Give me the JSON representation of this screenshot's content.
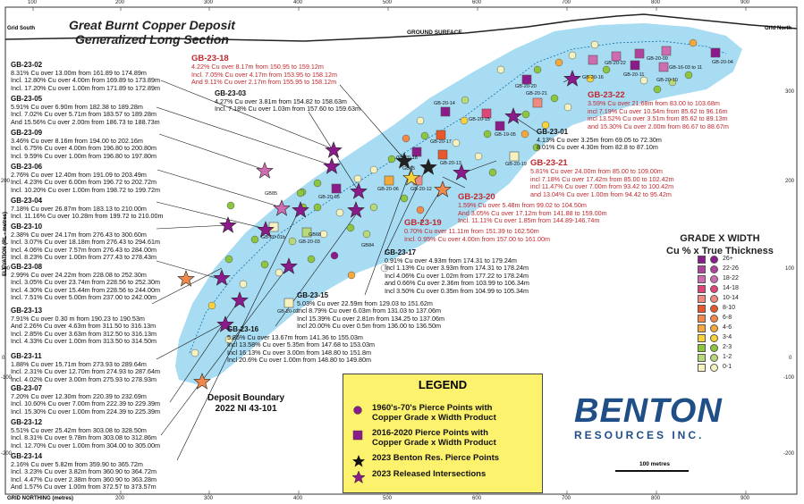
{
  "title": {
    "line1": "Great Burnt Copper Deposit",
    "line2": "Generalized Long Section"
  },
  "grid_south": "Grid South",
  "grid_north": "Grid North",
  "ground_surface": "GROUND SURFACE",
  "grid_northing": "GRID NORTHING (metres)",
  "elevation_label": "ELEVATION (RL - metres)",
  "top_ticks": [
    "100",
    "200",
    "300",
    "400",
    "500",
    "600",
    "700",
    "800",
    "900"
  ],
  "bottom_ticks": [
    "200",
    "300",
    "400",
    "500",
    "600",
    "700",
    "800",
    "900"
  ],
  "right_ticks": [
    "300",
    "200",
    "100",
    "0",
    "-100",
    "-200"
  ],
  "left_ticks": [
    "200",
    "100",
    "0",
    "-100",
    "-200"
  ],
  "deposit_boundary": {
    "line1": "Deposit Boundary",
    "line2": "2022 NI 43-101"
  },
  "legend": {
    "title": "LEGEND",
    "items": [
      {
        "symbol": "circle",
        "text1": "1960's-70's Pierce Points with",
        "text2": "Copper Grade x Width Product"
      },
      {
        "symbol": "square",
        "text1": "2016-2020 Pierce Points with",
        "text2": "Copper Grade x Width Product"
      },
      {
        "symbol": "star-black",
        "text1": "2023 Benton Res. Pierce Points",
        "text2": ""
      },
      {
        "symbol": "star-purple",
        "text1": "2023 Released Intersections",
        "text2": ""
      }
    ]
  },
  "grade_scale": {
    "title1": "GRADE X WIDTH",
    "title2": "Cu % x True Thickness",
    "items": [
      {
        "label": "26+",
        "color": "#8b1a8b"
      },
      {
        "label": "22-26",
        "color": "#b0429c"
      },
      {
        "label": "18-22",
        "color": "#cf6bb0"
      },
      {
        "label": "14-18",
        "color": "#e0457a"
      },
      {
        "label": "10-14",
        "color": "#f08a80"
      },
      {
        "label": "8-10",
        "color": "#e8582a"
      },
      {
        "label": "6-8",
        "color": "#f2894a"
      },
      {
        "label": "4-6",
        "color": "#f5a93a"
      },
      {
        "label": "3-4",
        "color": "#f7d23a"
      },
      {
        "label": "2-3",
        "color": "#8cc63e"
      },
      {
        "label": "1-2",
        "color": "#b8d97a"
      },
      {
        "label": "0-1",
        "color": "#f5f2c0"
      }
    ]
  },
  "logo": {
    "main": "BENTON",
    "sub": "RESOURCES INC."
  },
  "scale_bar": "100 metres",
  "annotations_left": [
    {
      "id": "GB-23-02",
      "lines": [
        "8.31% Cu over 13.00m from 161.89 to 174.89m",
        "Incl. 12.80% Cu over 4.00m from 169.89 to 173.89m",
        "Incl. 17.20% Cu over 1.00m from 171.89 to 172.89m"
      ]
    },
    {
      "id": "GB-23-05",
      "lines": [
        "5.91% Cu over 6.90m from 182.38 to 189.28m",
        "Incl. 7.02% Cu over 5.71m from 183.57 to 189.28m",
        "And 15.56% Cu over 2.00m from 186.73 to 188.73m"
      ]
    },
    {
      "id": "GB-23-09",
      "lines": [
        "3.46% Cu over 8.16m from 194.00 to 202.16m",
        "Incl. 6.75% Cu over 4.00m from 196.80 to 200.80m",
        "Incl. 9.59% Cu over 1.00m from 196.80 to 197.80m"
      ]
    },
    {
      "id": "GB-23-06",
      "lines": [
        "2.76% Cu over 12.40m from 191.09 to 203.49m",
        "Incl. 4.23% Cu over 6.00m from 196.72 to 202.72m",
        "Incl. 10.20% Cu over 1.00m from 198.72 to 199.72m"
      ]
    },
    {
      "id": "GB-23-04",
      "lines": [
        "7.18% Cu over 26.87m from 183.13 to 210.00m",
        "Incl. 11.16% Cu over 10.28m from 199.72 to 210.00m"
      ]
    },
    {
      "id": "GB-23-10",
      "lines": [
        "2.38% Cu over 24.17m from 276.43 to 300.60m",
        "Incl. 3.07% Cu over 18.18m from 276.43 to 294.61m",
        "Incl. 4.06% Cu over 7.57m from 276.43 to 284.00m",
        "Incl. 8.23% Cu over 1.00m from 277.43 to 278.43m"
      ]
    },
    {
      "id": "GB-23-08",
      "lines": [
        "2.99% Cu over 24.22m from 228.08 to 252.30m",
        "Incl. 3.05% Cu over 23.74m from 228.56 to 252.30m",
        "Incl. 4.30% Cu over 15.44m from 228.56 to 244.00m",
        "Incl. 7.51% Cu over 5.00m from 237.00 to 242.00m"
      ]
    },
    {
      "id": "GB-23-13",
      "lines": [
        "7.91% Cu over 0.30 m from 190.23 to 190.53m",
        "And 2.26% Cu over 4.63m from 311.50 to 316.13m",
        "Incl. 2.85% Cu over 3.63m from 312.50 to 316.13m",
        "Incl. 4.33% Cu over 1.00m from 313.50 to 314.50m"
      ]
    },
    {
      "id": "GB-23-11",
      "lines": [
        "1.88% Cu over 15.71m from 273.93 to 289.64m",
        "Incl. 2.31% Cu over 12.70m from 274.93 to 287.64m",
        "Incl. 4.02% Cu over 3.00m from 275.93 to 278.93m"
      ]
    },
    {
      "id": "GB-23-07",
      "lines": [
        "7.20% Cu over 12.30m from 220.39 to 232.69m",
        "Incl. 10.60% Cu over 7.00m from 222.39 to 229.39m",
        "Incl. 15.30% Cu over 1.00m from 224.39 to 225.39m"
      ]
    },
    {
      "id": "GB-23-12",
      "lines": [
        "5.51% Cu over 25.42m from 303.08 to 328.50m",
        "Incl. 8.31% Cu over 9.78m from 303.08 to 312.86m",
        "Incl. 12.70% Cu over 1.00m from 304.00 to 305.00m"
      ]
    },
    {
      "id": "GB-23-14",
      "lines": [
        "2.16% Cu over 5.82m from 359.90 to 365.72m",
        "Incl. 3.23% Cu over 3.82m from 360.90 to 364.72m",
        "Incl. 4.47% Cu over 2.38m from 360.90 to 363.28m",
        "And 1.57% Cu over 1.00m from 372.57 to 373.57m"
      ]
    }
  ],
  "annotations_mid": [
    {
      "id": "GB-23-03",
      "lines": [
        "4.27% Cu over 3.81m from 154.82 to 158.63m",
        "Incl. 7.18% Cu over 1.03m from 157.60 to 159.63m"
      ]
    },
    {
      "id": "GB-23-01",
      "lines": [
        "4.13% Cu over 3.25m from 69.05 to 72.30m",
        "8.01% Cu over 4.30m from 82.8 to 87.10m"
      ]
    },
    {
      "id": "GB-23-17",
      "lines": [
        "0.91% Cu over 4.93m from 174.31 to 179.24m",
        "Incl 1.13% Cu over 3.93m from 174.31 to 178.24m",
        "Incl 4.06% Cu over 1.02m from 177.22 to 178.24m",
        "and 0.66% Cu over 2.36m from 103.99 to 106.34m",
        "Incl 3.50% Cu over 0.35m from 104.99 to 105.34m"
      ]
    },
    {
      "id": "GB-23-15",
      "lines": [
        "5.03% Cu over 22.59m from 129.03 to 151.62m",
        "Incl 8.79% Cu over 6.03m from 131.03 to 137.06m",
        "Incl 15.39% Cu over 2.81m from 134.25 to 137.06m",
        "Incl 20.00% Cu over 0.5m from 136.00 to 136.50m"
      ]
    },
    {
      "id": "GB-23-16",
      "lines": [
        "5.86% Cu over 13.67m from 141.36 to 155.03m",
        "Incl 13.58% Cu over 5.35m from 147.68 to 153.03m",
        "Incl 16.13% Cu over 3.00m from 148.80 to 151.8m",
        "Incl 20.6% Cu over 1.00m from 148.80 to 149.80m"
      ]
    }
  ],
  "annotations_red": [
    {
      "id": "GB-23-18",
      "lines": [
        "4.22% Cu over 8.17m from 150.95 to 159.12m",
        "Incl. 7.05% Cu over 4.17m from 153.95 to 158.12m",
        "And 9.11% Cu over 2.17m from 155.95 to 158.12m"
      ]
    },
    {
      "id": "GB-23-22",
      "lines": [
        "3.59% Cu over 21.68m from 83.00 to 103.68m",
        "incl 7.19% Cu over 10.54m from 85.62 to 96.16m",
        "incl 13.52% Cu over 3.51m from 85.62 to 89.13m",
        "and 15.30% Cu over 2.00m from 86.67 to 88.67m"
      ]
    },
    {
      "id": "GB-23-21",
      "lines": [
        "5.81% Cu over 24.00m from 85.00 to 109.00m",
        "incl 7.18% Cu over 17.42m from 85.00 to 102.42m",
        "incl 11.47% Cu over 7.00m from 93.42 to 100.42m",
        "and 13.04% Cu over 1.00m from 94.42 to 95.42m"
      ]
    },
    {
      "id": "GB-23-20",
      "lines": [
        "1.59% Cu over 5.48m from 99.02 to 104.50m",
        "And 3.05% Cu over 17.12m from 141.88 to 159.00m",
        "Incl. 11.11% Cu over 1.85m from 144.89-146.74m"
      ]
    },
    {
      "id": "GB-23-19",
      "lines": [
        "0.70% Cu over 11.11m from 151.39 to 162.50m",
        "Incl. 0.95% Cu over 4.00m from 157.00 to 161.00m"
      ]
    }
  ],
  "collar_labels": [
    "GB-20-22",
    "GB-20-20",
    "GB-20-21",
    "GB-20-14",
    "GB-20-15",
    "GB-19-05",
    "GB-20-17",
    "GB-20-18",
    "GB-20-13",
    "GB-20-19",
    "GB-20-16",
    "GB-20-11",
    "GB-20-09",
    "GB-16-03 to 11",
    "GB-20-10",
    "GB-20-04",
    "GB-20-06",
    "GB-20-12",
    "GB-20-05",
    "GB-20-01b",
    "GB-20-03",
    "GB-20-02",
    "GB65",
    "GB68",
    "GB84",
    "GB85"
  ]
}
